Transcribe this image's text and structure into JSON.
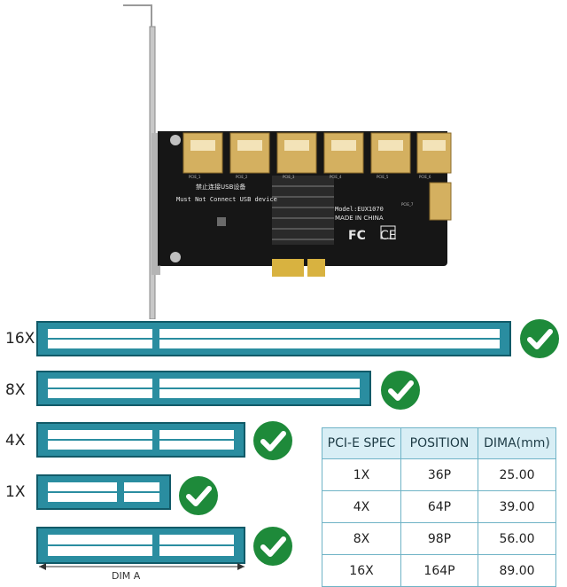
{
  "board": {
    "warning_cn": "禁止连接USB设备",
    "warning_en": "Must Not Connect USB device",
    "model": "Model:EUX1070",
    "made_in": "MADE IN CHINA",
    "fc_mark": "FC",
    "ce_mark": "CE",
    "port_labels": [
      "PCIE_1",
      "PCIE_2",
      "PCIE_3",
      "PCIE_4",
      "PCIE_5",
      "PCIE_6",
      "PCIE_7"
    ]
  },
  "slots": [
    {
      "label": "16X",
      "supported": true
    },
    {
      "label": "8X",
      "supported": true
    },
    {
      "label": "4X",
      "supported": true
    },
    {
      "label": "1X",
      "supported": true
    },
    {
      "label": "",
      "supported": true
    }
  ],
  "dim_label": "DIM A",
  "spec_table": {
    "headers": [
      "PCI-E SPEC",
      "POSITION",
      "DIMA(mm)"
    ],
    "rows": [
      [
        "1X",
        "36P",
        "25.00"
      ],
      [
        "4X",
        "64P",
        "39.00"
      ],
      [
        "8X",
        "98P",
        "56.00"
      ],
      [
        "16X",
        "164P",
        "89.00"
      ]
    ]
  },
  "colors": {
    "slot_fill": "#2a8da0",
    "slot_stroke": "#115a68",
    "check_green": "#1e8a3a",
    "board": "#161616",
    "gold": "#d4b060"
  }
}
